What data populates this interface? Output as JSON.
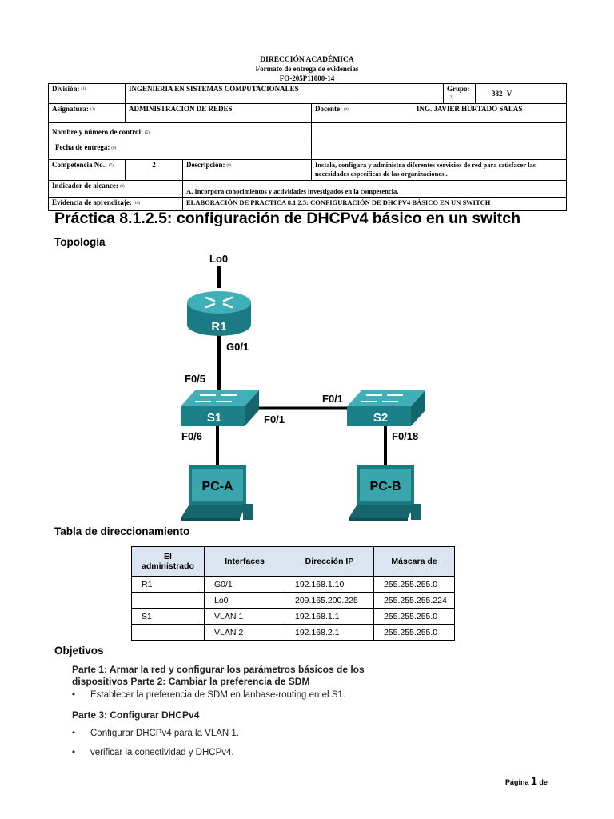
{
  "header": {
    "line1": "DIRECCIÓN ACADÉMICA",
    "line2": "Formato de entrega de evidencias",
    "line3": "FO-205P11000-14"
  },
  "form": {
    "division_label": "División:",
    "division_num": "(1)",
    "division_value": "INGENIERIA EN SISTEMAS COMPUTACIONALES",
    "grupo_label": "Grupo:",
    "grupo_num": "(2)",
    "grupo_value": "382 -V",
    "asignatura_label": "Asignatura:",
    "asignatura_num": "(3)",
    "asignatura_value": "ADMINISTRACION DE REDES",
    "docente_label": "Docente:",
    "docente_num": "(4)",
    "docente_value": "ING. JAVIER HURTADO SALAS",
    "nombre_label": "Nombre y número de control:",
    "nombre_num": "(5)",
    "fecha_label": "Fecha de entrega:",
    "fecha_num": "(6)",
    "competencia_label": "Competencia No.:",
    "competencia_num": "(7)",
    "competencia_value": "2",
    "descripcion_label": "Descripción:",
    "descripcion_num": "(8)",
    "descripcion_value": "Instala, configura y administra diferentes servicios de red para satisfacer las necesidades específicas de las organizaciones..",
    "indicador_label": "Indicador de alcance:",
    "indicador_num": "(9)",
    "indicador_value": "A. Incorpora conocimientos y actividades investigados en la competencia.",
    "evidencia_label": "Evidencia de aprendizaje:",
    "evidencia_num": "(10)",
    "evidencia_value": "ELABORACIÓN DE PRACTICA 8.1.2.5: CONFIGURACIÓN DE DHCPV4 BÁSICO EN UN SWITCH"
  },
  "title": "Práctica 8.1.2.5: configuración de DHCPv4 básico en un switch",
  "topology": {
    "heading": "Topología",
    "lo0": "Lo0",
    "r1": "R1",
    "g01": "G0/1",
    "f05": "F0/5",
    "s1": "S1",
    "s1_f01": "F0/1",
    "s2_f01": "F0/1",
    "s2": "S2",
    "f06": "F0/6",
    "f018": "F0/18",
    "pca": "PC-A",
    "pcb": "PC-B"
  },
  "addressing": {
    "heading": "Tabla de direccionamiento",
    "headers": [
      "El administrado",
      "Interfaces",
      "Dirección IP",
      "Máscara de"
    ],
    "rows": [
      [
        "R1",
        "G0/1",
        "192.168.1.10",
        "255.255.255.0"
      ],
      [
        "",
        "Lo0",
        "209.165.200.225",
        "255.255.255.224"
      ],
      [
        "S1",
        "VLAN 1",
        "192.168.1.1",
        "255.255.255.0"
      ],
      [
        "",
        "VLAN 2",
        "192.168.2.1",
        "255.255.255.0"
      ]
    ]
  },
  "objectives": {
    "heading": "Objetivos",
    "part1": "Parte 1: Armar la red y configurar los parámetros básicos de los dispositivos Parte 2: Cambiar la preferencia de SDM",
    "bullet1": "Establecer la preferencia de SDM en lanbase-routing en el S1.",
    "part3": "Parte 3: Configurar DHCPv4",
    "bullet2": "Configurar DHCPv4 para la VLAN 1.",
    "bullet3": "verificar la conectividad y DHCPv4."
  },
  "footer": {
    "page_label": "Página",
    "page_number": "1",
    "page_of": "de"
  },
  "colors": {
    "device_teal": "#2a9da5",
    "device_dark": "#1c7a82",
    "table_header": "#dbe5f1"
  }
}
